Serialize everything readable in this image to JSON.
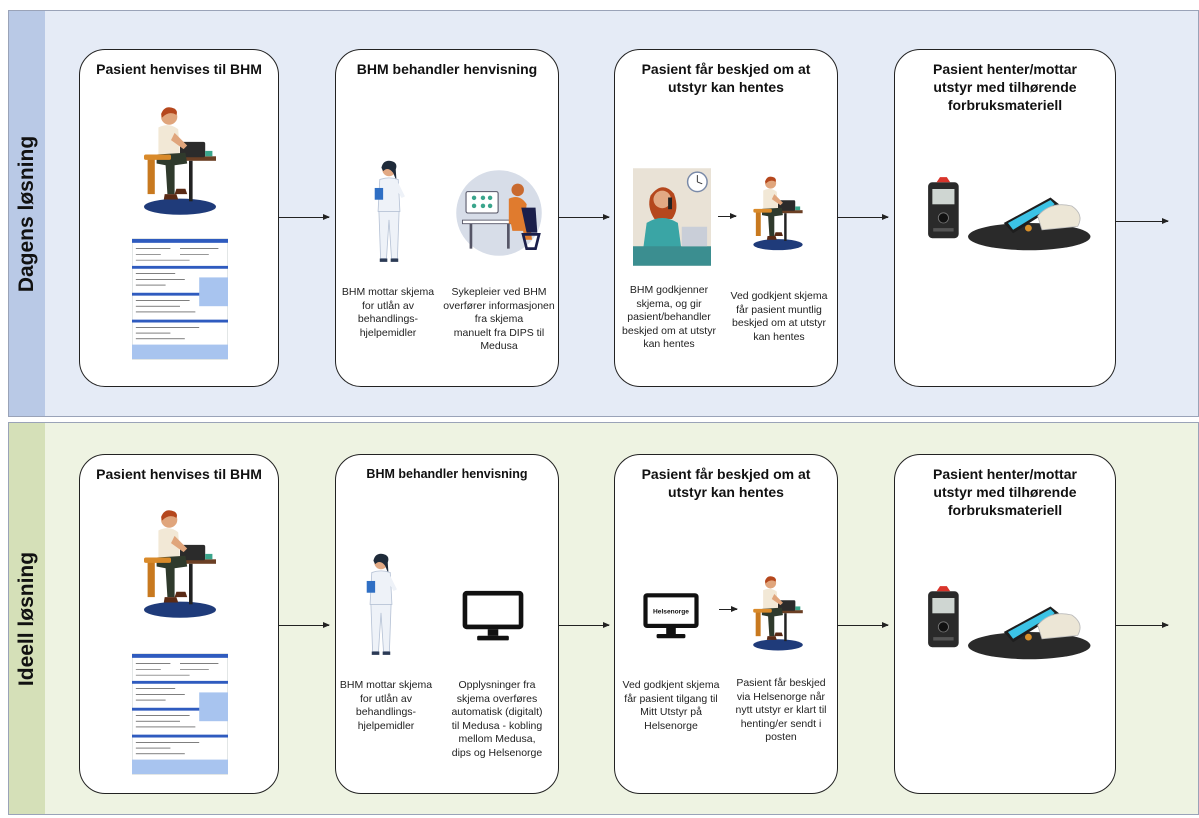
{
  "lanes": [
    {
      "label": "Dagens løsning",
      "steps": [
        {
          "title": "Pasient henvises til BHM"
        },
        {
          "title": "BHM behandler henvisning",
          "captions": [
            "BHM mottar skjema\nfor utlån av\nbehandlings-\nhjelpemidler",
            "Sykepleier ved BHM\noverfører informasjonen\nfra skjema\nmanuelt fra DIPS til\nMedusa"
          ]
        },
        {
          "title": "Pasient får beskjed om at\nutstyr kan hentes",
          "captions": [
            "BHM godkjenner\nskjema, og gir\npasient/behandler\nbeskjed om at utstyr\nkan hentes",
            "Ved godkjent skjema\nfår pasient muntlig\nbeskjed om at utstyr\nkan hentes"
          ]
        },
        {
          "title": "Pasient henter/mottar\nutstyr med tilhørende\nforbruksmateriell"
        }
      ]
    },
    {
      "label": "Ideell løsning",
      "steps": [
        {
          "title": "Pasient henvises til BHM"
        },
        {
          "title": "BHM behandler henvisning",
          "captions": [
            "BHM mottar skjema\nfor utlån av\nbehandlings-\nhjelpemidler",
            "Opplysninger fra\nskjema overføres\nautomatisk (digitalt)\ntil Medusa - kobling\nmellom Medusa,\ndips og Helsenorge"
          ]
        },
        {
          "title": "Pasient får beskjed om at\nutstyr kan hentes",
          "screen_text": "Helsenorge",
          "captions": [
            "Ved godkjent skjema\nfår pasient tilgang til\nMitt Utstyr på\nHelsenorge",
            "Pasient får beskjed\nvia Helsenorge når\nnytt utstyr er klart til\nhenting/er sendt i\nposten"
          ]
        },
        {
          "title": "Pasient henter/mottar\nutstyr med tilhørende\nforbruksmateriell"
        }
      ]
    }
  ],
  "colors": {
    "lane1_bg": "#e5ebf6",
    "lane1_label_bg": "#b9c9e6",
    "lane2_bg": "#eef3e2",
    "lane2_label_bg": "#d5e0b8",
    "form_header": "#2f5bbf"
  },
  "icons": [
    "person-at-laptop-icon",
    "form-document-icon",
    "nurse-icon",
    "office-worker-icon",
    "receptionist-phone-icon",
    "monitor-icon",
    "cpap-device-icon"
  ]
}
